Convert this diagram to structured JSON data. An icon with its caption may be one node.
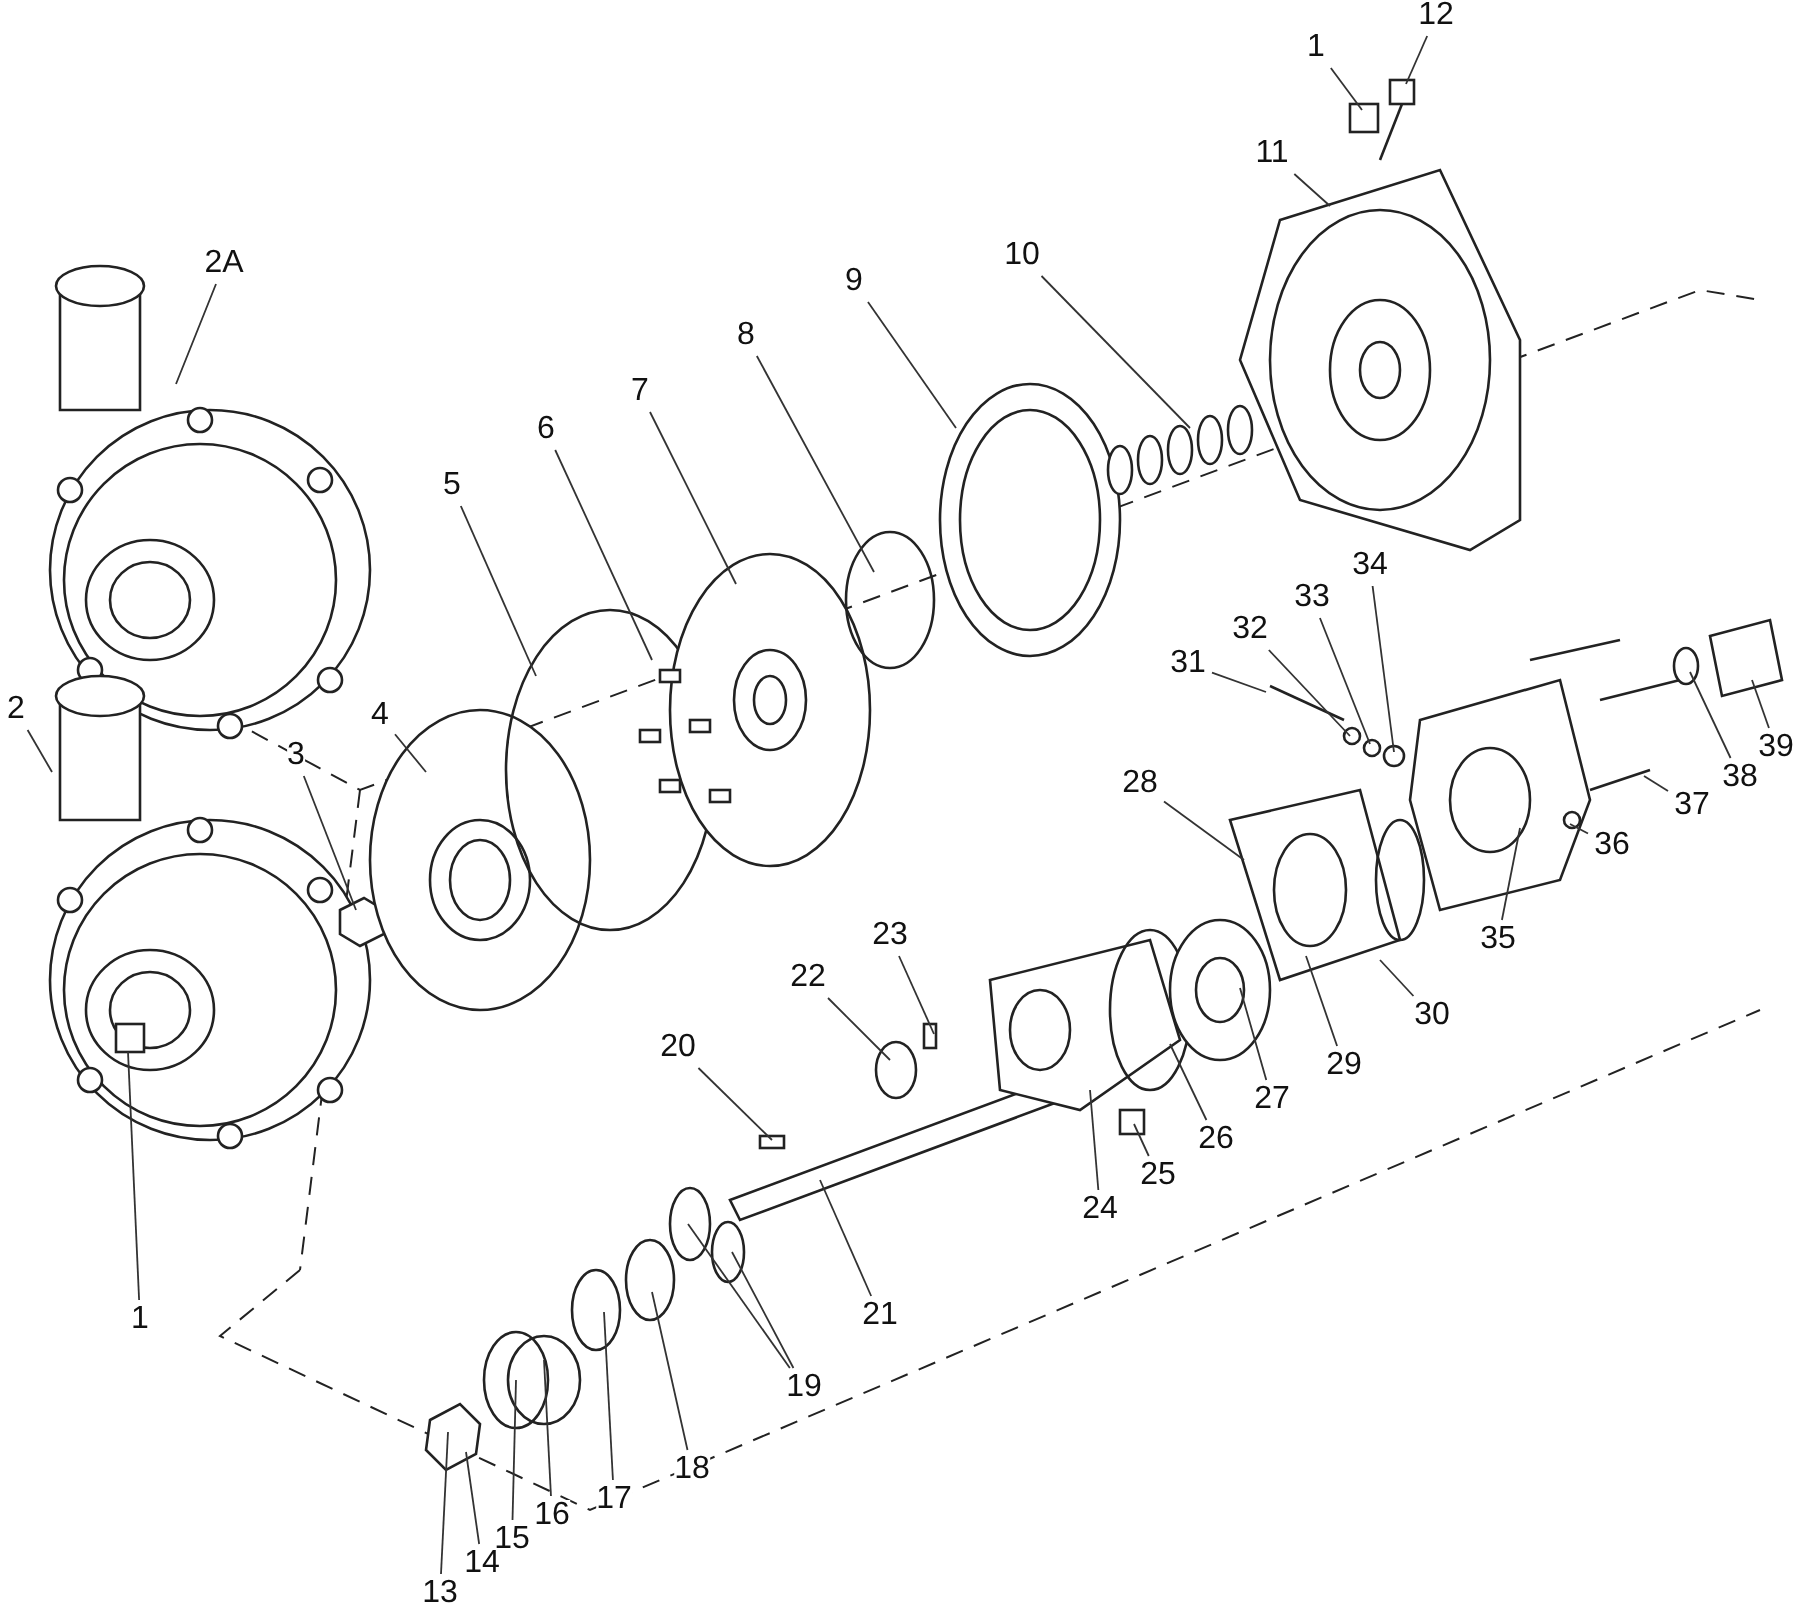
{
  "diagram": {
    "nodes": [
      {
        "text": [
          "1"
        ]
      },
      {
        "text": [
          "12"
        ]
      },
      {
        "text": [
          "11"
        ]
      },
      {
        "text": [
          "10"
        ]
      },
      {
        "text": [
          "9"
        ]
      },
      {
        "text": [
          "8"
        ]
      },
      {
        "text": [
          "7"
        ]
      },
      {
        "text": [
          "6"
        ]
      },
      {
        "text": [
          "5"
        ]
      },
      {
        "text": [
          "2A"
        ]
      },
      {
        "text": [
          "2"
        ]
      },
      {
        "text": [
          "3"
        ]
      },
      {
        "text": [
          "4"
        ]
      },
      {
        "text": [
          "34"
        ]
      },
      {
        "text": [
          "33"
        ]
      },
      {
        "text": [
          "32"
        ]
      },
      {
        "text": [
          "31"
        ]
      },
      {
        "text": [
          "28"
        ]
      },
      {
        "text": [
          "23"
        ]
      },
      {
        "text": [
          "22"
        ]
      },
      {
        "text": [
          "20"
        ]
      },
      {
        "text": [
          "21"
        ]
      },
      {
        "text": [
          "19"
        ]
      },
      {
        "text": [
          "18"
        ]
      },
      {
        "text": [
          "17"
        ]
      },
      {
        "text": [
          "16"
        ]
      },
      {
        "text": [
          "15"
        ]
      },
      {
        "text": [
          "14"
        ]
      },
      {
        "text": [
          "13"
        ]
      },
      {
        "text": [
          "24"
        ]
      },
      {
        "text": [
          "25"
        ]
      },
      {
        "text": [
          "26"
        ]
      },
      {
        "text": [
          "27"
        ]
      },
      {
        "text": [
          "29"
        ]
      },
      {
        "text": [
          "30"
        ]
      },
      {
        "text": [
          "35"
        ]
      },
      {
        "text": [
          "36"
        ]
      },
      {
        "text": [
          "37"
        ]
      },
      {
        "text": [
          "38"
        ]
      },
      {
        "text": [
          "39"
        ]
      },
      {
        "text": [
          "1"
        ]
      }
    ],
    "edges": [
      {
        "from": 0,
        "to": null,
        "arrow": "none"
      },
      {
        "from": 1,
        "to": null,
        "arrow": "none"
      },
      {
        "from": 2,
        "to": null,
        "arrow": "none"
      },
      {
        "from": 3,
        "to": null,
        "arrow": "none"
      },
      {
        "from": 4,
        "to": null,
        "arrow": "none"
      },
      {
        "from": 5,
        "to": null,
        "arrow": "none"
      },
      {
        "from": 6,
        "to": null,
        "arrow": "none"
      },
      {
        "from": 7,
        "to": null,
        "arrow": "none"
      },
      {
        "from": 8,
        "to": null,
        "arrow": "none"
      },
      {
        "from": 9,
        "to": null,
        "arrow": "none"
      },
      {
        "from": 10,
        "to": null,
        "arrow": "none"
      },
      {
        "from": 11,
        "to": null,
        "arrow": "none"
      },
      {
        "from": 12,
        "to": null,
        "arrow": "none"
      },
      {
        "from": 13,
        "to": null,
        "arrow": "none"
      },
      {
        "from": 14,
        "to": null,
        "arrow": "none"
      },
      {
        "from": 15,
        "to": null,
        "arrow": "none"
      },
      {
        "from": 16,
        "to": null,
        "arrow": "none"
      },
      {
        "from": 17,
        "to": null,
        "arrow": "none"
      },
      {
        "from": 18,
        "to": null,
        "arrow": "none"
      },
      {
        "from": 19,
        "to": null,
        "arrow": "none"
      },
      {
        "from": 20,
        "to": null,
        "arrow": "none"
      },
      {
        "from": 21,
        "to": null,
        "arrow": "none"
      },
      {
        "from": 22,
        "to": null,
        "arrow": "none"
      },
      {
        "from": 22,
        "to": null,
        "arrow": "none"
      },
      {
        "from": 23,
        "to": null,
        "arrow": "none"
      },
      {
        "from": 24,
        "to": null,
        "arrow": "none"
      },
      {
        "from": 25,
        "to": null,
        "arrow": "none"
      },
      {
        "from": 26,
        "to": null,
        "arrow": "none"
      },
      {
        "from": 27,
        "to": null,
        "arrow": "none"
      },
      {
        "from": 28,
        "to": null,
        "arrow": "none"
      },
      {
        "from": 29,
        "to": null,
        "arrow": "none"
      },
      {
        "from": 30,
        "to": null,
        "arrow": "none"
      },
      {
        "from": 31,
        "to": null,
        "arrow": "none"
      },
      {
        "from": 32,
        "to": null,
        "arrow": "none"
      },
      {
        "from": 33,
        "to": null,
        "arrow": "none"
      },
      {
        "from": 34,
        "to": null,
        "arrow": "none"
      },
      {
        "from": 35,
        "to": null,
        "arrow": "none"
      },
      {
        "from": 36,
        "to": null,
        "arrow": "none"
      },
      {
        "from": 37,
        "to": null,
        "arrow": "none"
      },
      {
        "from": 38,
        "to": null,
        "arrow": "none"
      },
      {
        "from": 39,
        "to": null,
        "arrow": "none"
      },
      {
        "from": 40,
        "to": null,
        "arrow": "none"
      }
    ]
  }
}
